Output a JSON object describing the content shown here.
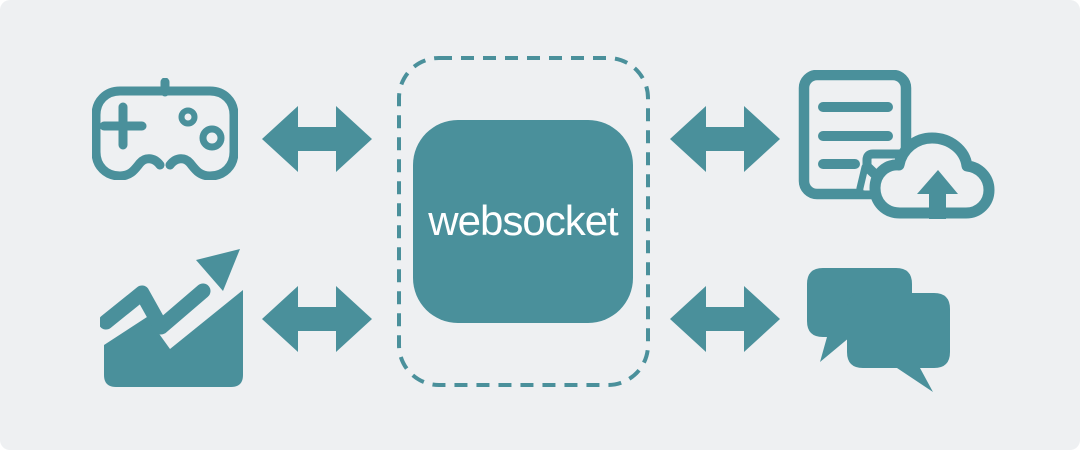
{
  "diagram": {
    "center": {
      "label": "websocket",
      "container": "dashed-rounded-boundary"
    },
    "nodes": [
      {
        "position": "top-left",
        "icon": "gamepad-icon"
      },
      {
        "position": "bottom-left",
        "icon": "trending-chart-icon"
      },
      {
        "position": "top-right",
        "icon": "document-cloud-upload-icon"
      },
      {
        "position": "bottom-right",
        "icon": "chat-bubbles-icon"
      }
    ],
    "connectors": [
      {
        "type": "bidirectional-arrow",
        "between": [
          "gamepad-icon",
          "websocket"
        ]
      },
      {
        "type": "bidirectional-arrow",
        "between": [
          "trending-chart-icon",
          "websocket"
        ]
      },
      {
        "type": "bidirectional-arrow",
        "between": [
          "websocket",
          "document-cloud-upload-icon"
        ]
      },
      {
        "type": "bidirectional-arrow",
        "between": [
          "websocket",
          "chat-bubbles-icon"
        ]
      }
    ],
    "colors": {
      "accent": "#4A909B",
      "background": "#EEF0F2",
      "label_text": "#FFFFFF"
    }
  }
}
